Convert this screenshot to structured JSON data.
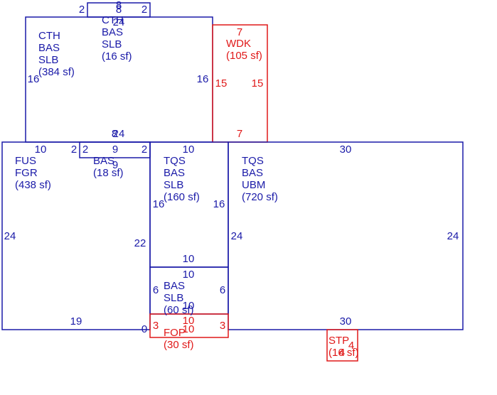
{
  "colors": {
    "blue": "#1a1aa8",
    "red": "#e01818",
    "background": "#ffffff"
  },
  "areas": [
    {
      "id": "cth-bas-slb-384",
      "color": "blue",
      "lines": [
        "CTH",
        "BAS",
        "SLB",
        "(384 sf)"
      ]
    },
    {
      "id": "cth-bas-slb-16",
      "color": "blue",
      "lines": [
        "CTH",
        "BAS",
        "SLB",
        "(16 sf)"
      ]
    },
    {
      "id": "wdk-105",
      "color": "red",
      "lines": [
        "WDK",
        "(105 sf)"
      ]
    },
    {
      "id": "fus-fgr-438",
      "color": "blue",
      "lines": [
        "FUS",
        "FGR",
        "(438 sf)"
      ]
    },
    {
      "id": "bas-18",
      "color": "blue",
      "lines": [
        "BAS",
        "(18 sf)"
      ]
    },
    {
      "id": "tqs-bas-slb-160",
      "color": "blue",
      "lines": [
        "TQS",
        "BAS",
        "SLB",
        "(160 sf)"
      ]
    },
    {
      "id": "tqs-bas-ubm-720",
      "color": "blue",
      "lines": [
        "TQS",
        "BAS",
        "UBM",
        "(720 sf)"
      ]
    },
    {
      "id": "bas-slb-60",
      "color": "blue",
      "lines": [
        "BAS",
        "SLB",
        "(60 sf)"
      ]
    },
    {
      "id": "fop-30",
      "color": "red",
      "lines": [
        "FOP",
        "(30 sf)"
      ]
    },
    {
      "id": "stp-16",
      "color": "red",
      "lines": [
        "STP",
        "(16 sf)"
      ]
    }
  ],
  "dimensions": [
    {
      "id": "small-top-left",
      "color": "blue",
      "value": "2"
    },
    {
      "id": "small-top-a",
      "color": "blue",
      "value": "8"
    },
    {
      "id": "small-top-b",
      "color": "blue",
      "value": "8"
    },
    {
      "id": "small-top-right",
      "color": "blue",
      "value": "2"
    },
    {
      "id": "cth-top-24",
      "color": "blue",
      "value": "24"
    },
    {
      "id": "cth-left-16",
      "color": "blue",
      "value": "16"
    },
    {
      "id": "cth-right-16",
      "color": "blue",
      "value": "16"
    },
    {
      "id": "cth-bottom-24",
      "color": "blue",
      "value": "24"
    },
    {
      "id": "cth-bottom-8",
      "color": "blue",
      "value": "8"
    },
    {
      "id": "wdk-top-7",
      "color": "red",
      "value": "7"
    },
    {
      "id": "wdk-left-15",
      "color": "red",
      "value": "15"
    },
    {
      "id": "wdk-right-15",
      "color": "red",
      "value": "15"
    },
    {
      "id": "wdk-bottom-7",
      "color": "red",
      "value": "7"
    },
    {
      "id": "fus-top-10",
      "color": "blue",
      "value": "10"
    },
    {
      "id": "fus-top-2",
      "color": "blue",
      "value": "2"
    },
    {
      "id": "fus-left-24",
      "color": "blue",
      "value": "24"
    },
    {
      "id": "fus-right-22",
      "color": "blue",
      "value": "22"
    },
    {
      "id": "fus-bottom-19",
      "color": "blue",
      "value": "19"
    },
    {
      "id": "fus-corner-0",
      "color": "blue",
      "value": "0"
    },
    {
      "id": "bas18-left-2",
      "color": "blue",
      "value": "2"
    },
    {
      "id": "bas18-top-9",
      "color": "blue",
      "value": "9"
    },
    {
      "id": "bas18-right-2",
      "color": "blue",
      "value": "2"
    },
    {
      "id": "bas18-bottom-9",
      "color": "blue",
      "value": "9"
    },
    {
      "id": "tqs160-top-10",
      "color": "blue",
      "value": "10"
    },
    {
      "id": "tqs160-left-16",
      "color": "blue",
      "value": "16"
    },
    {
      "id": "tqs160-right-16",
      "color": "blue",
      "value": "16"
    },
    {
      "id": "tqs160-bottom-10",
      "color": "blue",
      "value": "10"
    },
    {
      "id": "tqs720-top-30",
      "color": "blue",
      "value": "30"
    },
    {
      "id": "tqs720-left-24",
      "color": "blue",
      "value": "24"
    },
    {
      "id": "tqs720-right-24",
      "color": "blue",
      "value": "24"
    },
    {
      "id": "tqs720-bottom-30",
      "color": "blue",
      "value": "30"
    },
    {
      "id": "bas60-top-10",
      "color": "blue",
      "value": "10"
    },
    {
      "id": "bas60-left-6",
      "color": "blue",
      "value": "6"
    },
    {
      "id": "bas60-right-6",
      "color": "blue",
      "value": "6"
    },
    {
      "id": "bas60-bottom-10",
      "color": "blue",
      "value": "10"
    },
    {
      "id": "fop-top-10",
      "color": "red",
      "value": "10"
    },
    {
      "id": "fop-left-3",
      "color": "red",
      "value": "3"
    },
    {
      "id": "fop-right-3",
      "color": "red",
      "value": "3"
    },
    {
      "id": "fop-bottom-10",
      "color": "red",
      "value": "10"
    },
    {
      "id": "stp-a-4",
      "color": "red",
      "value": "4"
    },
    {
      "id": "stp-b-4",
      "color": "red",
      "value": "4"
    },
    {
      "id": "stp-c-4",
      "color": "red",
      "value": "4"
    }
  ]
}
